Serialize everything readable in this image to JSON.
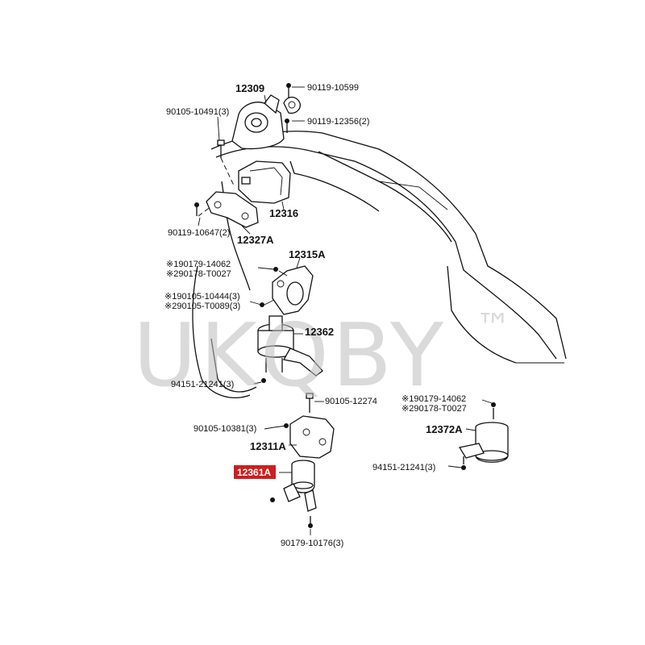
{
  "labels": {
    "p12309": "12309",
    "p90119_10599": "90119-10599",
    "p90105_10491": "90105-10491(3)",
    "p90119_12356": "90119-12356(2)",
    "p12316": "12316",
    "p90119_10647": "90119-10647(2)",
    "p12327A": "12327A",
    "p12315A": "12315A",
    "p90179_14062_a": "※190179-14062",
    "p90178_T0027_a": "※290178-T0027",
    "p90105_10444": "※190105-10444(3)",
    "p90105_T0089": "※290105-T0089(3)",
    "p12362": "12362",
    "p94151_21241_a": "94151-21241(3)",
    "p90105_12274": "90105-12274",
    "p90179_14062_b": "※190179-14062",
    "p90178_T0027_b": "※290178-T0027",
    "p90105_10381": "90105-10381(3)",
    "p12372A": "12372A",
    "p12311A": "12311A",
    "p12361A": "12361A",
    "p94151_21241_b": "94151-21241(3)",
    "p90179_10176": "90179-10176(3)"
  },
  "watermark": {
    "text": "UKQBY",
    "mark": "™"
  },
  "colors": {
    "highlight": "#cc1f1f",
    "line": "#111111",
    "watermark": "#bdbdbd"
  }
}
